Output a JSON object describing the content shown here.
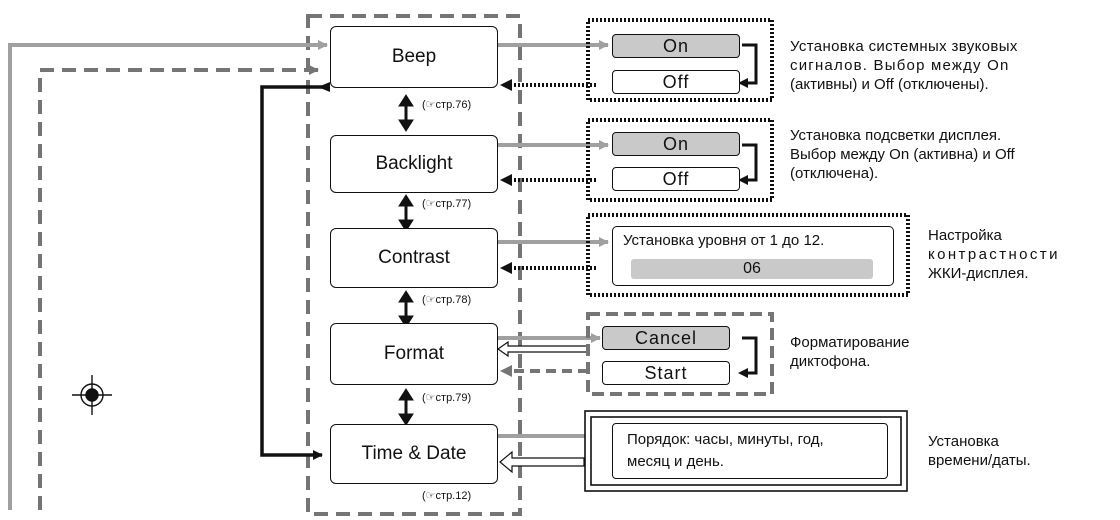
{
  "menu": [
    {
      "label": "Beep",
      "ref": "(☞стр.76)"
    },
    {
      "label": "Backlight",
      "ref": "(☞стр.77)"
    },
    {
      "label": "Contrast",
      "ref": "(☞стр.78)"
    },
    {
      "label": "Format",
      "ref": "(☞стр.79)"
    },
    {
      "label": "Time & Date",
      "ref": "(☞стр.12)"
    }
  ],
  "options": {
    "beep": {
      "first": "On",
      "second": "Off"
    },
    "backlight": {
      "first": "On",
      "second": "Off"
    },
    "contrast": {
      "text": "Установка уровня от 1 до 12.",
      "value": "06"
    },
    "format": {
      "first": "Cancel",
      "second": "Start"
    },
    "time": {
      "line1": "Порядок: часы, минуты, год,",
      "line2": "месяц и день."
    }
  },
  "descriptions": {
    "beep": [
      "Установка системных звуковых",
      "сигналов. Выбор между On",
      "(активны) и Off (отключены)."
    ],
    "backlight": [
      "Установка подсветки дисплея.",
      "Выбор между On (активна) и Off",
      "(отключена)."
    ],
    "contrast": [
      "Настройка",
      "контрастности",
      "ЖКИ-дисплея."
    ],
    "format": [
      "Форматирование",
      "диктофона."
    ],
    "time": [
      "Установка",
      "времени/даты."
    ]
  },
  "colors": {
    "arrow_gray": "#a0a0a0",
    "dash_gray": "#757575",
    "fill_gray": "#c9c9c9",
    "black": "#111111"
  }
}
